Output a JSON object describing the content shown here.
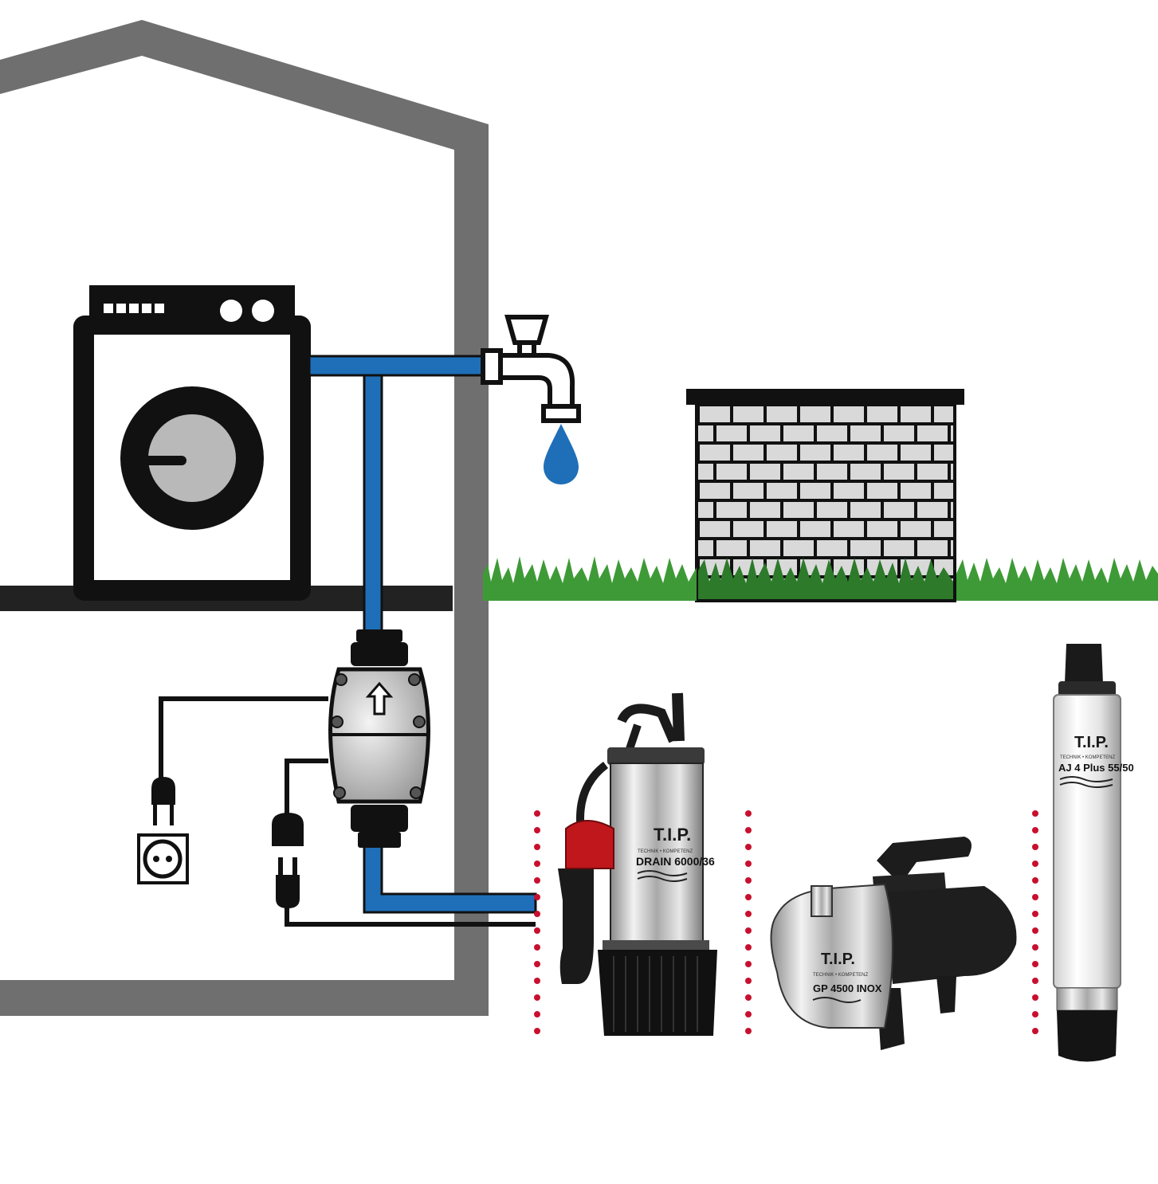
{
  "colors": {
    "house_wall": "#6f6f6f",
    "pipe": "#1f6fb8",
    "water_drop": "#1f6fb8",
    "grass": "#3e9a36",
    "grass_dark": "#2c7a2a",
    "brick": "#d9d9d9",
    "separator_dots": "#c8102e",
    "steel": "#c8c8c8",
    "outline": "#111111"
  },
  "icons": [
    "washing-machine-icon",
    "water-tap-icon",
    "water-drop-icon",
    "brick-wall-icon",
    "grass-icon",
    "power-plug-icon",
    "wall-socket-icon",
    "pressure-controller-icon"
  ],
  "pumps": {
    "drain": {
      "brand": "T.I.P.",
      "tagline": "TECHNIK • KOMPETENZ",
      "model": "DRAIN 6000/36"
    },
    "garden": {
      "brand": "T.I.P.",
      "tagline": "TECHNIK • KOMPETENZ",
      "model": "GP 4500 INOX"
    },
    "deep_well": {
      "brand": "T.I.P.",
      "tagline": "TECHNIK • KOMPETENZ",
      "model": "AJ 4 Plus 55/50"
    }
  }
}
